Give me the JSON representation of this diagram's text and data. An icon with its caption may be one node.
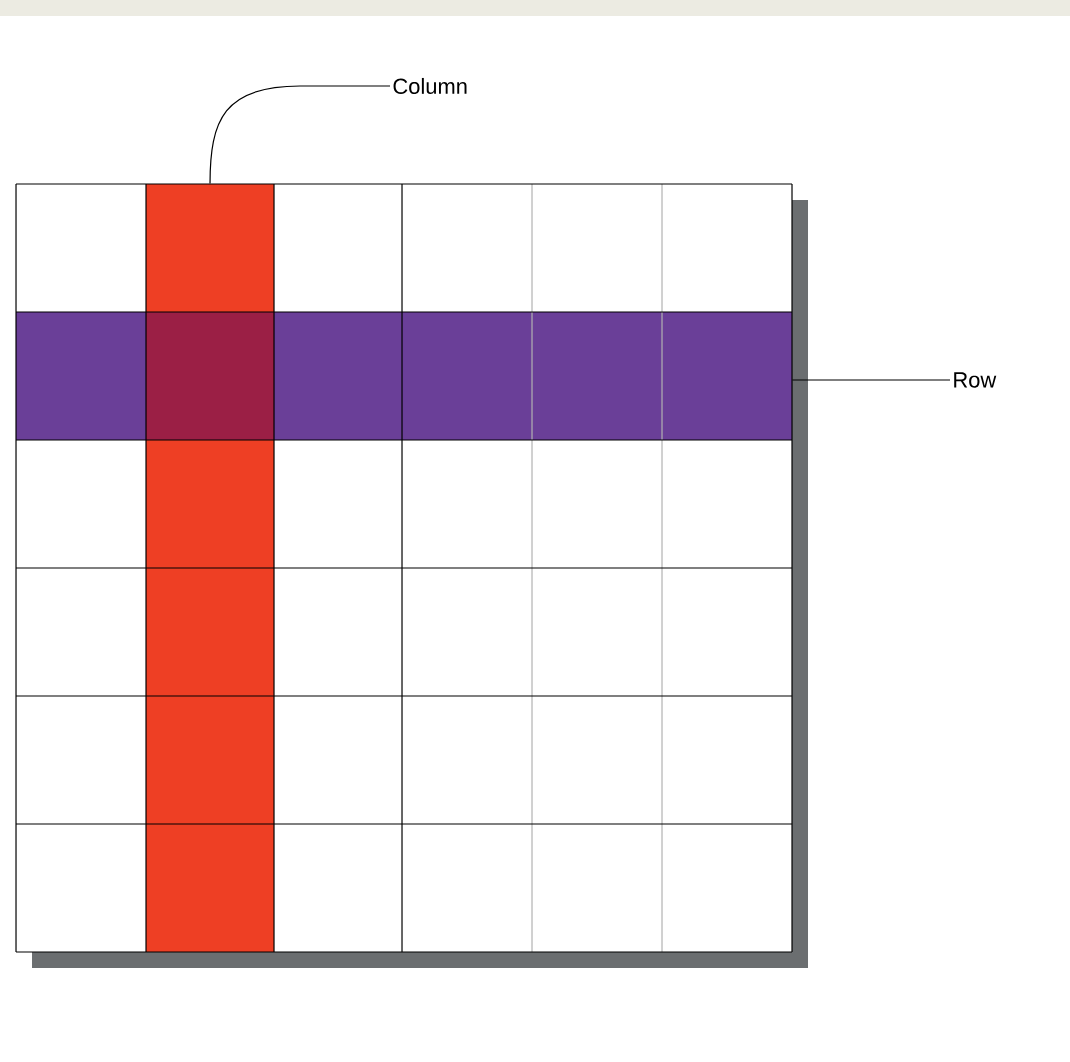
{
  "diagram": {
    "nodes": [
      {
        "text": [
          "Column"
        ]
      },
      {
        "text": [],
        "shape": "bar"
      },
      {
        "text": [
          "Row"
        ]
      },
      {
        "text": [],
        "shape": "bar"
      }
    ],
    "edges": [
      {
        "from": 0,
        "to": 1,
        "arrow": "none"
      },
      {
        "from": 2,
        "to": 3,
        "arrow": "none"
      }
    ]
  }
}
